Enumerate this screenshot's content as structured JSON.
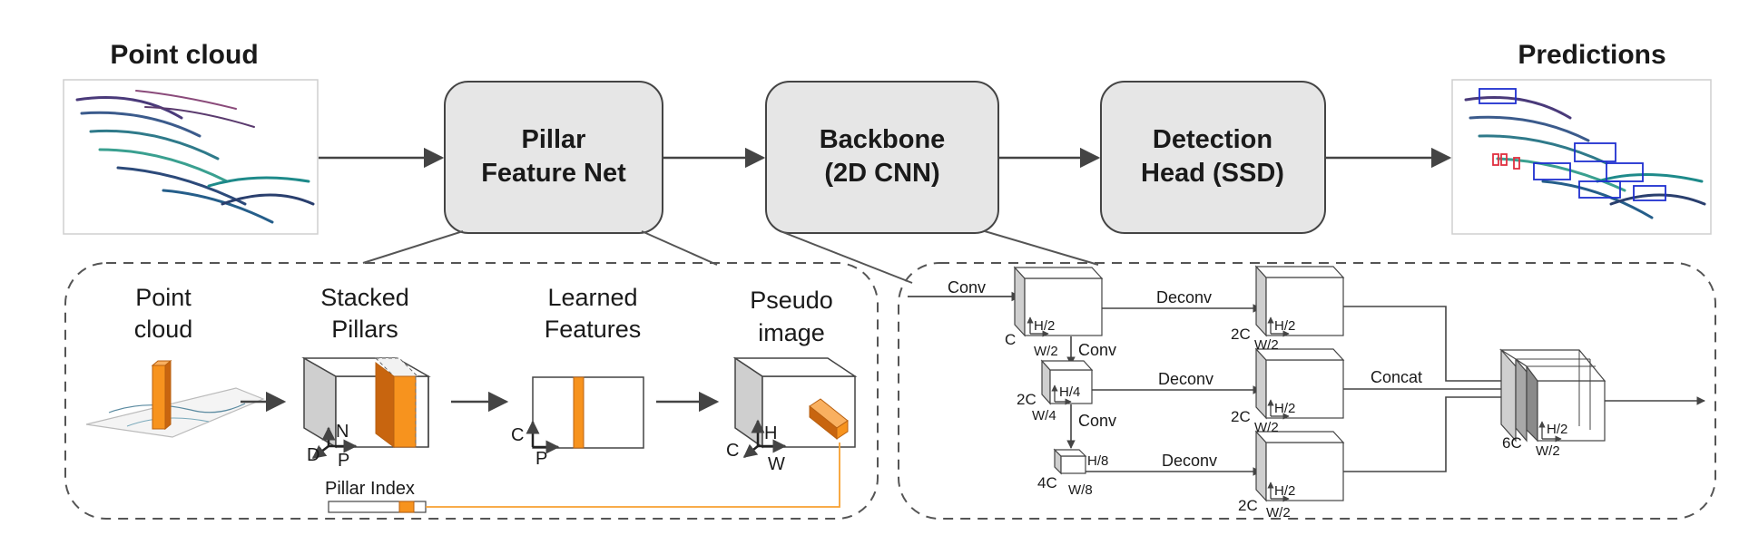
{
  "top": {
    "input_title": "Point cloud",
    "output_title": "Predictions",
    "stages": [
      {
        "line1": "Pillar",
        "line2": "Feature Net"
      },
      {
        "line1": "Backbone",
        "line2": "(2D CNN)"
      },
      {
        "line1": "Detection",
        "line2": "Head (SSD)"
      }
    ]
  },
  "pfn": {
    "point_cloud": {
      "line1": "Point",
      "line2": "cloud"
    },
    "stacked_pillars": {
      "line1": "Stacked",
      "line2": "Pillars"
    },
    "learned_features": {
      "line1": "Learned",
      "line2": "Features"
    },
    "pseudo_image": {
      "line1": "Pseudo",
      "line2": "image"
    },
    "axes": {
      "N": "N",
      "D": "D",
      "P": "P",
      "C": "C",
      "H": "H",
      "W": "W"
    },
    "pillar_index": "Pillar Index"
  },
  "backbone": {
    "conv": "Conv",
    "deconv": "Deconv",
    "concat": "Concat",
    "dims": {
      "C": "C",
      "H2": "H/2",
      "W2": "W/2",
      "2C": "2C",
      "H4": "H/4",
      "W4": "W/4",
      "4C": "4C",
      "H8": "H/8",
      "W8": "W/8",
      "6C": "6C"
    }
  },
  "colors": {
    "orange": "#f7931e",
    "orange_dark": "#c8650f",
    "box_fill": "#e6e6e6",
    "gray_face": "#cfcfcf",
    "line": "#4a4a4a",
    "dash": "#555555",
    "pillar_index_line": "#f7a030"
  }
}
